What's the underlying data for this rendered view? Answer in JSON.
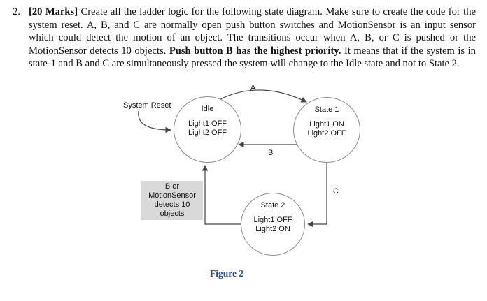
{
  "problem": {
    "number": "2.",
    "seg_marks": "[20 Marks]",
    "seg_body1": " Create all the ladder logic for the following state diagram. Make sure to create the code for the system reset. A, B, and C are normally open push button switches and MotionSensor is an input sensor which could detect the motion of an object. The transitions occur when A, B, or C is pushed or the MotionSensor detects 10 objects. ",
    "seg_priority": "Push button B has the highest priority.",
    "seg_body2": " It means that if the system is in state-1 and B and C are simultaneously pressed the system will change to the Idle state and not to State 2."
  },
  "diagram": {
    "system_reset_label": "System Reset",
    "states": {
      "idle": {
        "name": "Idle",
        "line1": "Light1 OFF",
        "line2": "Light2 OFF"
      },
      "state1": {
        "name": "State 1",
        "line1": "Light1 ON",
        "line2": "Light2 OFF"
      },
      "state2": {
        "name": "State 2",
        "line1": "Light1 OFF",
        "line2": "Light2 ON"
      }
    },
    "transitions": {
      "a": "A",
      "b": "B",
      "c": "C",
      "sensor_line1": "B or",
      "sensor_line2": "MotionSensor",
      "sensor_line3": "detects 10 objects"
    },
    "caption": "Figure 2"
  },
  "colors": {
    "caption_blue": "#1f4e9c",
    "label_box_gray": "#d9d9d9",
    "connector_gray": "#444444"
  }
}
